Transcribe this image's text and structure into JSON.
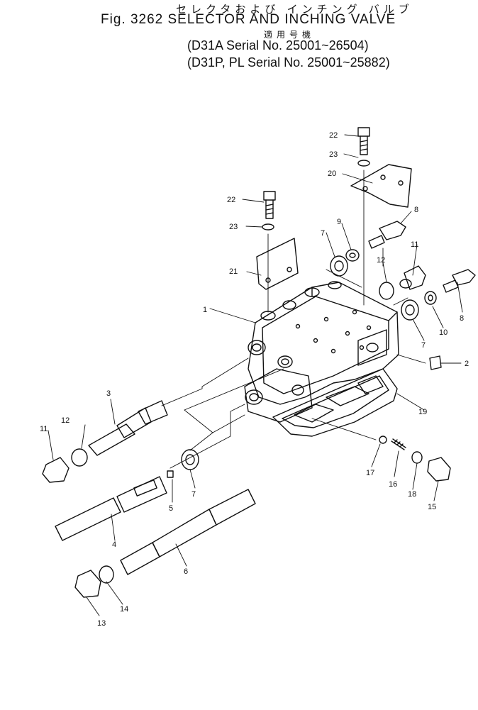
{
  "header": {
    "title_jp": "セレクタおよび インチング バルブ",
    "fig_title": "Fig. 3262 SELECTOR AND INCHING VALVE",
    "applicable_jp": "適用号機",
    "models": [
      {
        "text": "(D31A     Serial No. 25001~26504)"
      },
      {
        "text": "(D31P, PL Serial No. 25001~25882)"
      }
    ]
  },
  "callouts": {
    "c1": "1",
    "c2": "2",
    "c3": "3",
    "c4": "4",
    "c5": "5",
    "c6": "6",
    "c7a": "7",
    "c7b": "7",
    "c7c": "7",
    "c8a": "8",
    "c8b": "8",
    "c9": "9",
    "c10": "10",
    "c11a": "11",
    "c11b": "11",
    "c12a": "12",
    "c12b": "12",
    "c13": "13",
    "c14": "14",
    "c15": "15",
    "c16": "16",
    "c17": "17",
    "c18": "18",
    "c19": "19",
    "c20": "20",
    "c21": "21",
    "c22a": "22",
    "c22b": "22",
    "c23a": "23",
    "c23b": "23"
  }
}
